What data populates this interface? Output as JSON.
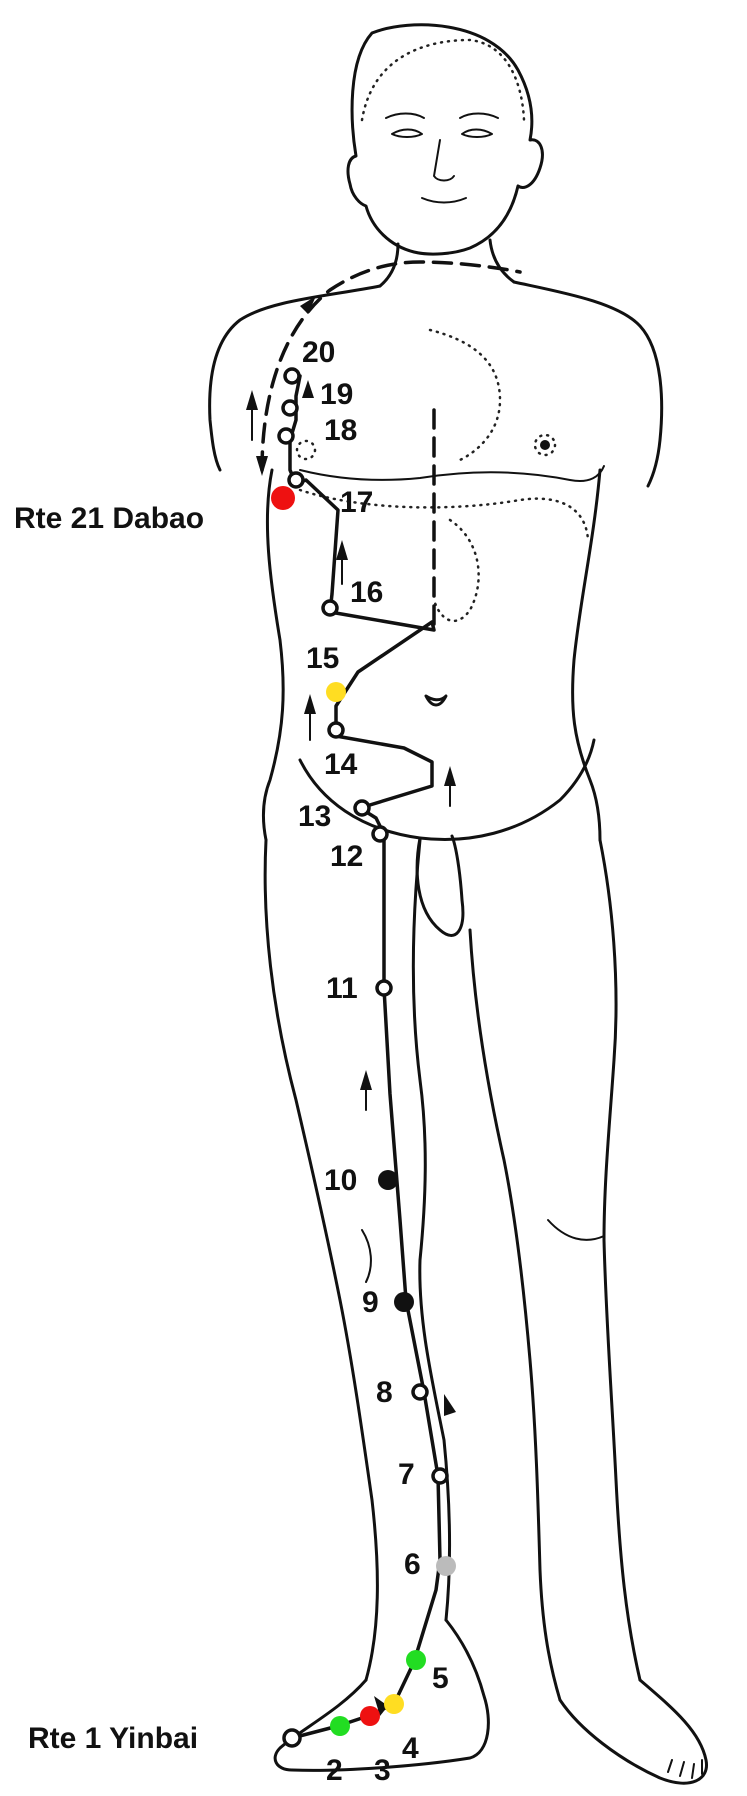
{
  "figure": {
    "meridian": "Rte",
    "start_point_label": "Rte 1 Yinbai",
    "end_point_label": "Rte 21 Dabao"
  },
  "points": [
    {
      "number": "2",
      "marker": "filled",
      "color": "#22dd22"
    },
    {
      "number": "3",
      "marker": "filled",
      "color": "#ee1111"
    },
    {
      "number": "4",
      "marker": "filled",
      "color": "#ffdd22"
    },
    {
      "number": "5",
      "marker": "filled",
      "color": "#22dd22"
    },
    {
      "number": "6",
      "marker": "filled",
      "color": "#bbbbbb"
    },
    {
      "number": "7",
      "marker": "open",
      "color": "#111111"
    },
    {
      "number": "8",
      "marker": "open",
      "color": "#111111"
    },
    {
      "number": "9",
      "marker": "filled",
      "color": "#111111"
    },
    {
      "number": "10",
      "marker": "filled",
      "color": "#111111"
    },
    {
      "number": "11",
      "marker": "open",
      "color": "#111111"
    },
    {
      "number": "12",
      "marker": "open",
      "color": "#111111"
    },
    {
      "number": "13",
      "marker": "open",
      "color": "#111111"
    },
    {
      "number": "14",
      "marker": "open",
      "color": "#111111"
    },
    {
      "number": "15",
      "marker": "filled",
      "color": "#ffdd22"
    },
    {
      "number": "16",
      "marker": "open",
      "color": "#111111"
    },
    {
      "number": "17",
      "marker": "open",
      "color": "#111111"
    },
    {
      "number": "18",
      "marker": "open",
      "color": "#111111"
    },
    {
      "number": "19",
      "marker": "open",
      "color": "#111111"
    },
    {
      "number": "20",
      "marker": "open",
      "color": "#111111"
    }
  ],
  "special_points": {
    "start": {
      "marker": "open",
      "color": "#111111"
    },
    "end": {
      "marker": "filled",
      "color": "#ee1111"
    }
  }
}
